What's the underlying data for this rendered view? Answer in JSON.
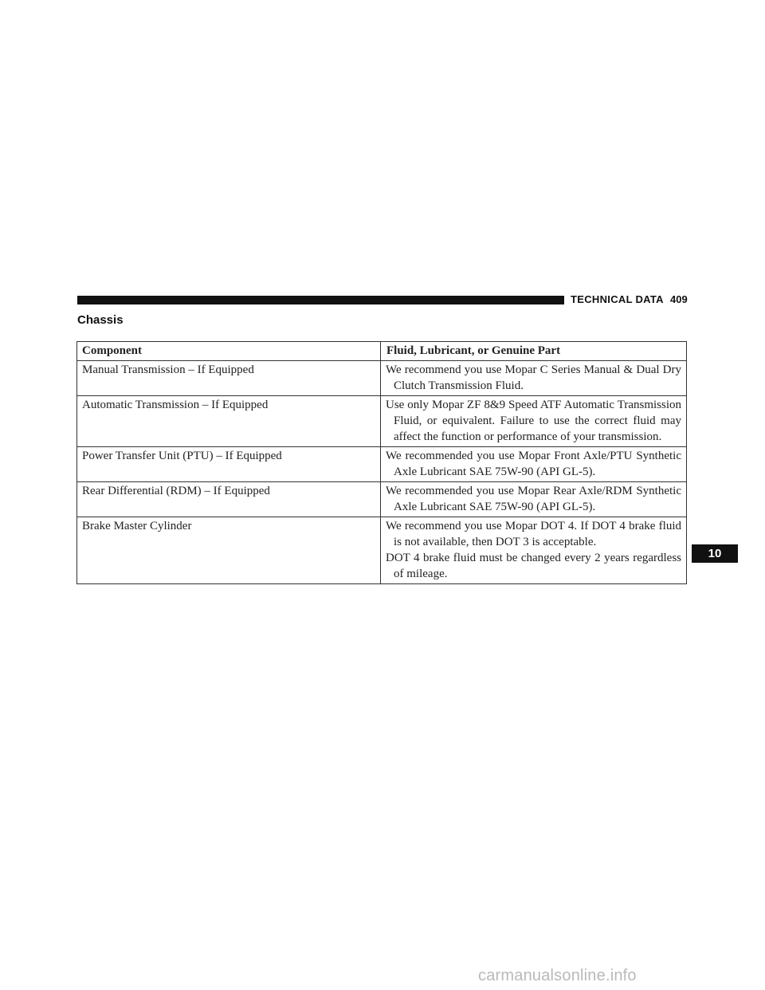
{
  "header": {
    "section": "TECHNICAL DATA",
    "page_number": "409"
  },
  "section_title": "Chassis",
  "table": {
    "columns": [
      "Component",
      "Fluid, Lubricant, or Genuine Part"
    ],
    "rows": [
      {
        "component": "Manual Transmission – If Equipped",
        "fluid": [
          "We recommend you use Mopar C Series Manual & Dual Dry Clutch Transmission Fluid."
        ]
      },
      {
        "component": "Automatic Transmission – If Equipped",
        "fluid": [
          "Use only Mopar ZF 8&9 Speed ATF Automatic Transmission Fluid, or equivalent. Failure to use the correct fluid may affect the function or performance of your transmission."
        ]
      },
      {
        "component": "Power Transfer Unit (PTU) – If Equipped",
        "fluid": [
          "We recommended you use Mopar Front Axle/PTU Synthetic Axle Lubricant SAE 75W-90 (API GL-5)."
        ]
      },
      {
        "component": "Rear Differential (RDM) – If Equipped",
        "fluid": [
          "We recommended you use Mopar Rear Axle/RDM Synthetic Axle Lubricant SAE 75W-90 (API GL-5)."
        ]
      },
      {
        "component": "Brake Master Cylinder",
        "fluid": [
          "We recommend you use Mopar DOT 4. If DOT 4 brake fluid is not available, then DOT 3 is acceptable.",
          "DOT 4 brake fluid must be changed every 2 years regardless of mileage."
        ]
      }
    ]
  },
  "chapter_tab": "10",
  "watermark": "carmanualsonline.info"
}
